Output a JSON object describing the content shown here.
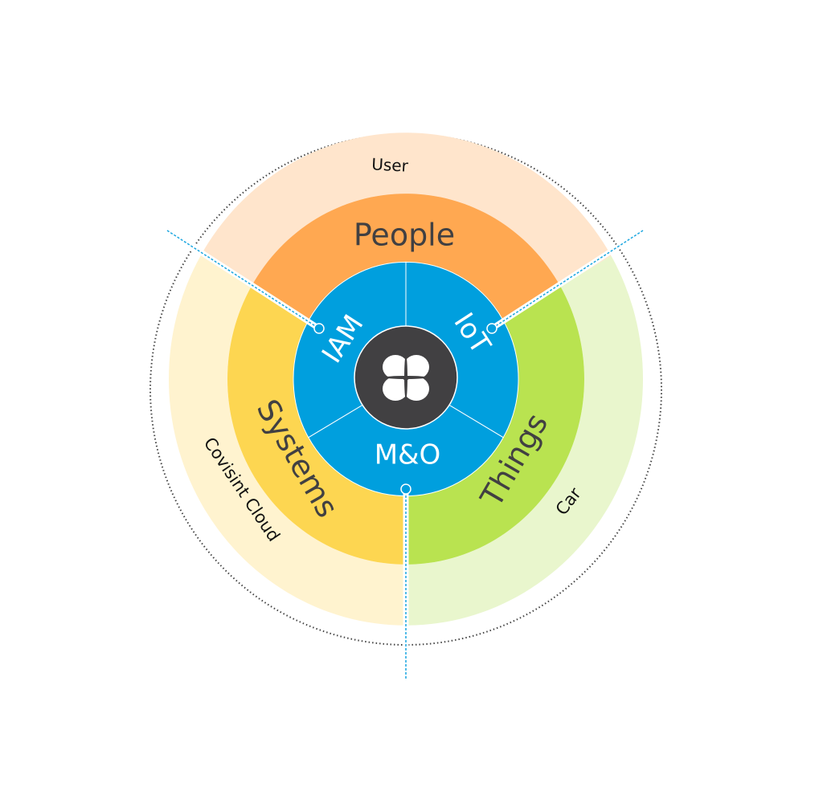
{
  "diagram": {
    "outer_ring": [
      {
        "label": "User",
        "color": "#FFE5CC"
      },
      {
        "label": "Car",
        "color": "#E9F6CD"
      },
      {
        "label": "Covisint Cloud",
        "color": "#FFF3CF"
      }
    ],
    "middle_ring": [
      {
        "label": "People",
        "color": "#FFA851"
      },
      {
        "label": "Things",
        "color": "#B9E350"
      },
      {
        "label": "Systems",
        "color": "#FDD651"
      }
    ],
    "inner_ring": [
      {
        "label": "IAM"
      },
      {
        "label": "IoT"
      },
      {
        "label": "M&O"
      }
    ],
    "inner_color": "#009FDE",
    "center_color": "#414042",
    "center_icon": "covisint-logo-icon",
    "connector_color": "#1AA6E0"
  }
}
